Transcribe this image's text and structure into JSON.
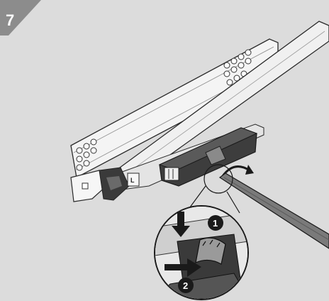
{
  "step": {
    "number": "7"
  },
  "callouts": [
    {
      "label": "1"
    },
    {
      "label": "2"
    }
  ],
  "parts": {
    "side_letter": "L"
  },
  "colors": {
    "background": "#dcdcdc",
    "badge": "#8c8c8c",
    "metal": "#f4f4f4",
    "outline": "#2a2a2a",
    "dark_part": "#3a3a3a",
    "callout": "#1a1a1a"
  },
  "icons": [
    "step-number-badge",
    "rotation-arrow-icon",
    "push-arrow-icon",
    "screwdriver-icon",
    "magnifier-circle"
  ]
}
